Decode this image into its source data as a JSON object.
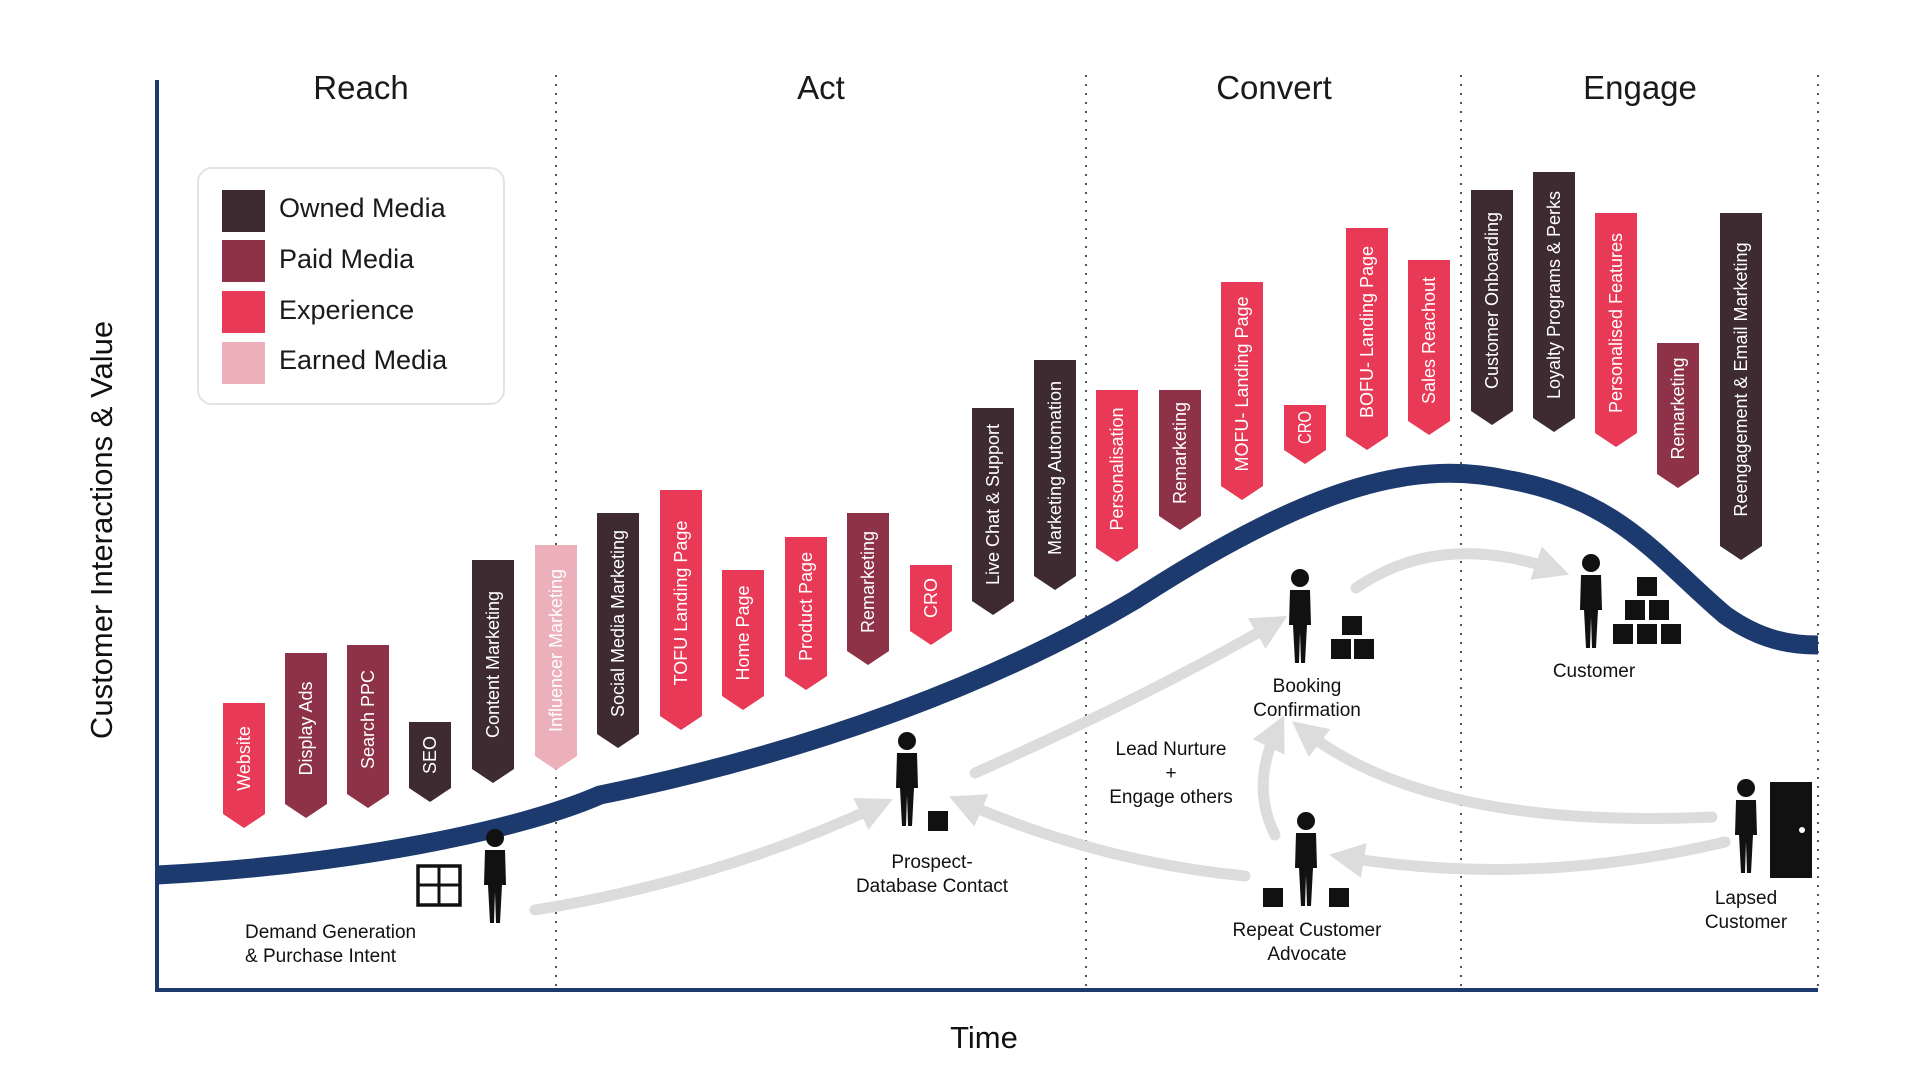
{
  "stages": [
    "Reach",
    "Act",
    "Convert",
    "Engage"
  ],
  "axes": {
    "y_label": "Customer Interactions & Value",
    "x_label": "Time"
  },
  "legend": [
    {
      "label": "Owned Media",
      "color": "#3d2b31"
    },
    {
      "label": "Paid Media",
      "color": "#8e3347"
    },
    {
      "label": "Experience",
      "color": "#e83a56"
    },
    {
      "label": "Earned Media",
      "color": "#ecb0bb"
    }
  ],
  "colors": {
    "curve": "#1d3a6e",
    "axis": "#1d3a6e",
    "arrows": "#dcdcdc",
    "divider": "#555555",
    "icons": "#111111"
  },
  "touchpoints": [
    {
      "label": "Website",
      "type": "Experience"
    },
    {
      "label": "Display Ads",
      "type": "Paid Media"
    },
    {
      "label": "Search PPC",
      "type": "Paid Media"
    },
    {
      "label": "SEO",
      "type": "Owned Media"
    },
    {
      "label": "Content Marketing",
      "type": "Owned Media"
    },
    {
      "label": "Influencer Marketing",
      "type": "Earned Media"
    },
    {
      "label": "Social Media Marketing",
      "type": "Owned Media"
    },
    {
      "label": "TOFU Landing Page",
      "type": "Experience"
    },
    {
      "label": "Home Page",
      "type": "Experience"
    },
    {
      "label": "Product Page",
      "type": "Experience"
    },
    {
      "label": "Remarketing",
      "type": "Paid Media"
    },
    {
      "label": "CRO",
      "type": "Experience"
    },
    {
      "label": "Live Chat & Support",
      "type": "Owned Media"
    },
    {
      "label": "Marketing Automation",
      "type": "Owned Media"
    },
    {
      "label": "Personalisation",
      "type": "Experience"
    },
    {
      "label": "Remarketing",
      "type": "Paid Media"
    },
    {
      "label": "MOFU- Landing Page",
      "type": "Experience"
    },
    {
      "label": "CRO",
      "type": "Experience"
    },
    {
      "label": "BOFU- Landing Page",
      "type": "Experience"
    },
    {
      "label": "Sales Reachout",
      "type": "Experience"
    },
    {
      "label": "Customer Onboarding",
      "type": "Owned Media"
    },
    {
      "label": "Loyalty Programs & Perks",
      "type": "Owned Media"
    },
    {
      "label": "Personalised Features",
      "type": "Experience"
    },
    {
      "label": "Remarketing",
      "type": "Paid Media"
    },
    {
      "label": "Reengagement & Email Marketing",
      "type": "Owned Media"
    }
  ],
  "personas": {
    "demand": [
      "Demand Generation",
      "& Purchase Intent"
    ],
    "prospect": [
      "Prospect-",
      "Database Contact"
    ],
    "booking": [
      "Booking",
      "Confirmation"
    ],
    "customer": [
      "Customer"
    ],
    "nurture": [
      "Lead Nurture",
      "+",
      "Engage others"
    ],
    "repeat": [
      "Repeat Customer",
      "Advocate"
    ],
    "lapsed": [
      "Lapsed",
      "Customer"
    ]
  }
}
